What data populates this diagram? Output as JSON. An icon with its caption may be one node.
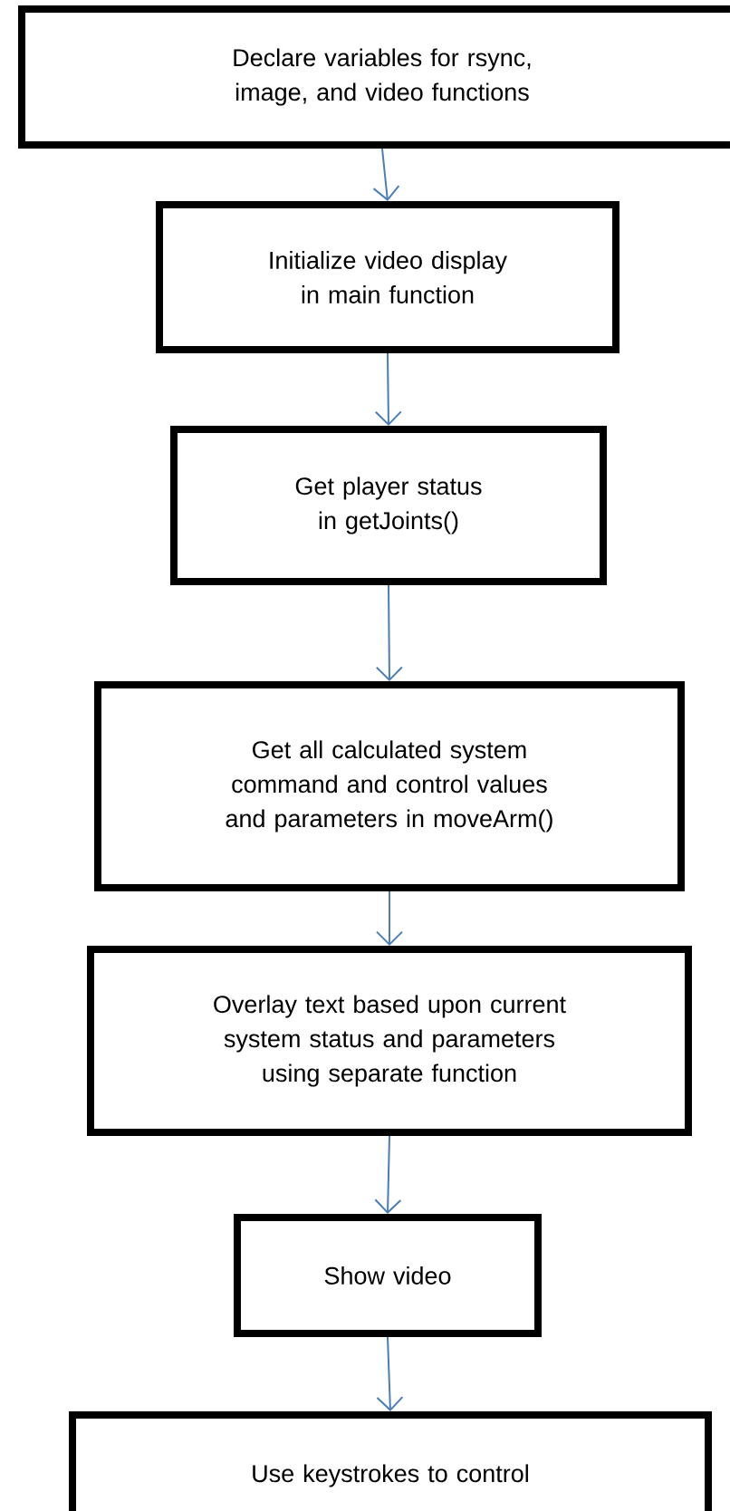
{
  "diagram": {
    "nodes": [
      {
        "text": [
          "Declare variables for rsync, image, and video functions"
        ]
      },
      {
        "text": [
          "Initialize video display in main function"
        ]
      },
      {
        "text": [
          "Get player status in getJoints()"
        ]
      },
      {
        "text": [
          "Get all calculated system command and control values and parameters in moveArm()"
        ]
      },
      {
        "text": [
          "Overlay text based upon current system status and parameters using separate function"
        ]
      },
      {
        "text": [
          "Show video"
        ]
      },
      {
        "text": [
          "Use keystrokes to control"
        ]
      }
    ],
    "edges": [
      {
        "from": 0,
        "to": 1,
        "arrow": "to"
      },
      {
        "from": 1,
        "to": 2,
        "arrow": "to"
      },
      {
        "from": 2,
        "to": 3,
        "arrow": "to"
      },
      {
        "from": 3,
        "to": 4,
        "arrow": "to"
      },
      {
        "from": 4,
        "to": 5,
        "arrow": "to"
      },
      {
        "from": 5,
        "to": 6,
        "arrow": "to"
      }
    ]
  }
}
